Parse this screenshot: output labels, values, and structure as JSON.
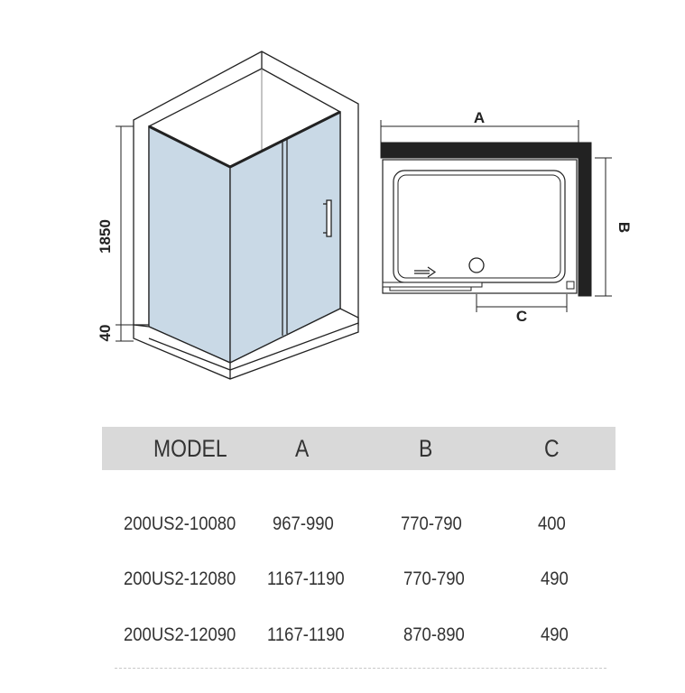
{
  "diagram": {
    "height_label": "1850",
    "tray_label": "40",
    "dim_a": "A",
    "dim_b": "B",
    "dim_c": "C"
  },
  "table": {
    "headers": [
      "MODEL",
      "A",
      "B",
      "C"
    ],
    "rows": [
      [
        "200US2-10080",
        "967-990",
        "770-790",
        "400"
      ],
      [
        "200US2-12080",
        "1167-1190",
        "770-790",
        "490"
      ],
      [
        "200US2-12090",
        "1167-1190",
        "870-890",
        "490"
      ]
    ]
  },
  "colors": {
    "glass": "#c9d9e6",
    "frame": "#222222",
    "wall": "#222222",
    "header_band": "#d9d9d9"
  }
}
